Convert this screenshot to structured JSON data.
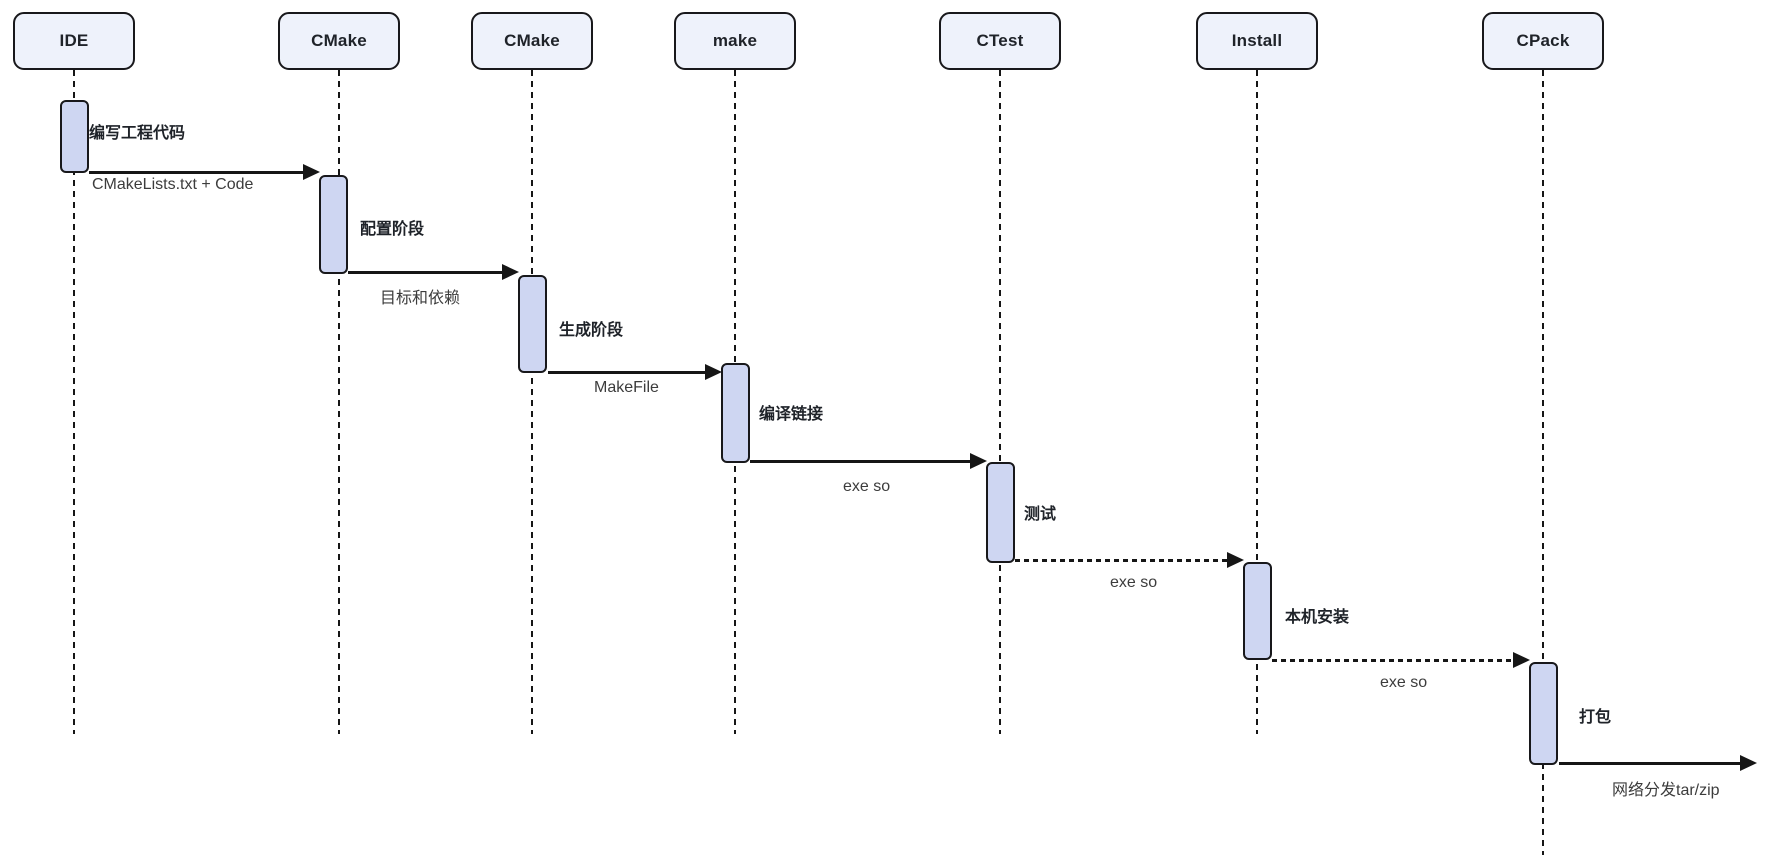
{
  "colors": {
    "background": "#ffffff",
    "participant_fill": "#eef2fb",
    "activation_fill": "#ced6f2",
    "stroke": "#18181b",
    "label_text": "#1f2329",
    "message_text": "#3c3c3c"
  },
  "participants": [
    {
      "label": "IDE"
    },
    {
      "label": "CMake"
    },
    {
      "label": "CMake"
    },
    {
      "label": "make"
    },
    {
      "label": "CTest"
    },
    {
      "label": "Install"
    },
    {
      "label": "CPack"
    }
  ],
  "activations": [
    {
      "label": "编写工程代码",
      "lifeline": "IDE"
    },
    {
      "label": "配置阶段",
      "lifeline": "CMake"
    },
    {
      "label": "生成阶段",
      "lifeline": "CMake"
    },
    {
      "label": "编译链接",
      "lifeline": "make"
    },
    {
      "label": "测试",
      "lifeline": "CTest"
    },
    {
      "label": "本机安装",
      "lifeline": "Install"
    },
    {
      "label": "打包",
      "lifeline": "CPack"
    }
  ],
  "messages": [
    {
      "label": "CMakeLists.txt + Code",
      "from": "IDE",
      "to": "CMake",
      "line": "solid"
    },
    {
      "label": "目标和依赖",
      "from": "CMake",
      "to": "CMake",
      "line": "solid"
    },
    {
      "label": "MakeFile",
      "from": "CMake",
      "to": "make",
      "line": "solid"
    },
    {
      "label": "exe so",
      "from": "make",
      "to": "CTest",
      "line": "solid"
    },
    {
      "label": "exe so",
      "from": "CTest",
      "to": "Install",
      "line": "dashed"
    },
    {
      "label": "exe so",
      "from": "Install",
      "to": "CPack",
      "line": "dashed"
    },
    {
      "label": "网络分发tar/zip",
      "from": "CPack",
      "line": "solid"
    }
  ]
}
